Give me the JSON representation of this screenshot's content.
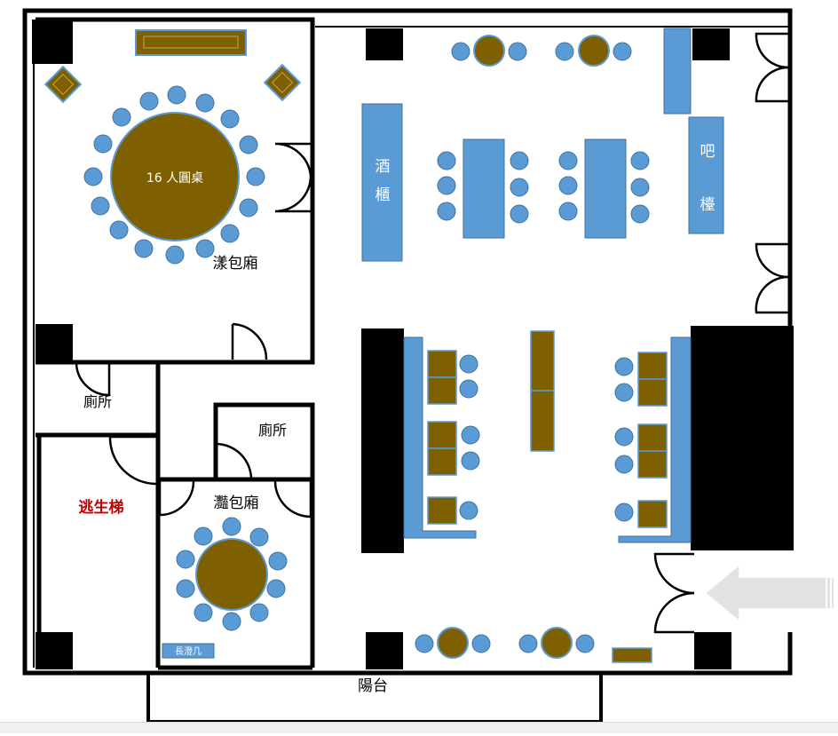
{
  "labels": {
    "big_table": "16 人圓桌",
    "big_room": "漾包廂",
    "restroom_1": "廁所",
    "restroom_2": "廁所",
    "escape_stairs": "逃生梯",
    "small_room": "灩包廂",
    "long_bench": "長澄几",
    "wine_cabinet_1": "酒",
    "wine_cabinet_2": "櫃",
    "bar_1": "吧",
    "bar_2": "檯",
    "balcony": "陽台"
  },
  "colors": {
    "chair": "#5b9bd5",
    "chair_stroke": "#41719c",
    "table": "#7f6000",
    "wall": "#000000",
    "escape_text": "#c00000",
    "arrow": "#e2e2e2"
  },
  "icons": {
    "entrance": "entrance-arrow-icon"
  }
}
